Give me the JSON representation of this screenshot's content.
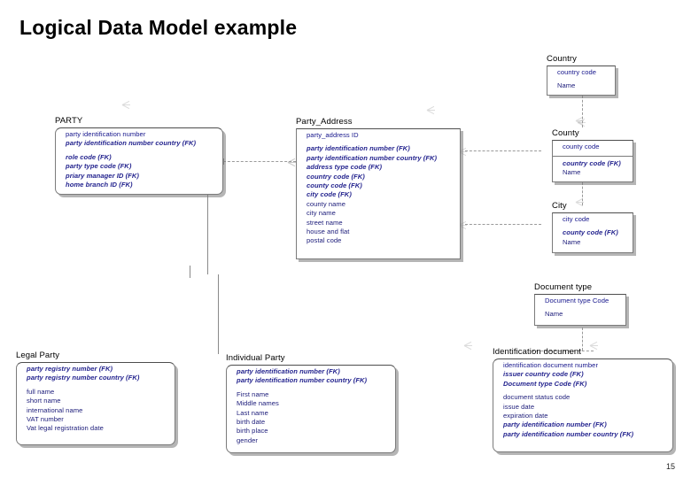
{
  "slide": {
    "title": "Logical Data Model example",
    "page_number": "15",
    "colors": {
      "pk_text": "#16168c",
      "fk_text": "#23238e",
      "box_border": "#7b7b7b",
      "connector": "#8a8a8a",
      "title_text": "#000000",
      "background": "#ffffff"
    }
  },
  "entities": {
    "party": {
      "title": "PARTY",
      "attributes": [
        {
          "text": "party identification number",
          "kind": "pk"
        },
        {
          "text": "party identification number country (FK)",
          "kind": "fk"
        },
        {
          "text": "",
          "kind": "spacer"
        },
        {
          "text": "role code (FK)",
          "kind": "fk"
        },
        {
          "text": "party type code (FK)",
          "kind": "fk"
        },
        {
          "text": "priary manager ID (FK)",
          "kind": "fk"
        },
        {
          "text": "home branch ID (FK)",
          "kind": "fk"
        }
      ]
    },
    "party_address": {
      "title": "Party_Address",
      "attributes": [
        {
          "text": "party_address ID",
          "kind": "pk"
        },
        {
          "text": "",
          "kind": "spacer"
        },
        {
          "text": "party identification number (FK)",
          "kind": "fk"
        },
        {
          "text": "party identification number country (FK)",
          "kind": "fk"
        },
        {
          "text": "address type code (FK)",
          "kind": "fk"
        },
        {
          "text": "country code (FK)",
          "kind": "fk"
        },
        {
          "text": "county code (FK)",
          "kind": "fk"
        },
        {
          "text": "city code (FK)",
          "kind": "fk"
        },
        {
          "text": "county name",
          "kind": "plain"
        },
        {
          "text": "city name",
          "kind": "plain"
        },
        {
          "text": "street name",
          "kind": "plain"
        },
        {
          "text": "house and flat",
          "kind": "plain"
        },
        {
          "text": "postal code",
          "kind": "plain"
        }
      ]
    },
    "country": {
      "title": "Country",
      "attributes": [
        {
          "text": "country code",
          "kind": "pk"
        },
        {
          "text": "",
          "kind": "spacer"
        },
        {
          "text": "Name",
          "kind": "plain"
        }
      ]
    },
    "county": {
      "title": "County",
      "attributes": [
        {
          "text": "county code",
          "kind": "pk"
        },
        {
          "text": "",
          "kind": "divider"
        },
        {
          "text": "country code (FK)",
          "kind": "fk"
        },
        {
          "text": "Name",
          "kind": "plain"
        }
      ]
    },
    "city": {
      "title": "City",
      "attributes": [
        {
          "text": "city code",
          "kind": "pk"
        },
        {
          "text": "",
          "kind": "spacer"
        },
        {
          "text": "county code (FK)",
          "kind": "fk"
        },
        {
          "text": "Name",
          "kind": "plain"
        }
      ]
    },
    "document_type": {
      "title": "Document type",
      "attributes": [
        {
          "text": "Document type Code",
          "kind": "pk"
        },
        {
          "text": "",
          "kind": "spacer"
        },
        {
          "text": "Name",
          "kind": "plain"
        }
      ]
    },
    "legal_party": {
      "title": "Legal Party",
      "attributes": [
        {
          "text": "party registry number (FK)",
          "kind": "fk"
        },
        {
          "text": "party registry number country (FK)",
          "kind": "fk"
        },
        {
          "text": "",
          "kind": "spacer"
        },
        {
          "text": "full name",
          "kind": "plain"
        },
        {
          "text": "short name",
          "kind": "plain"
        },
        {
          "text": "international name",
          "kind": "plain"
        },
        {
          "text": "VAT number",
          "kind": "plain"
        },
        {
          "text": "Vat legal registration date",
          "kind": "plain"
        }
      ]
    },
    "individual_party": {
      "title": "Individual Party",
      "attributes": [
        {
          "text": "party identification number (FK)",
          "kind": "fk"
        },
        {
          "text": "party identification number country (FK)",
          "kind": "fk"
        },
        {
          "text": "",
          "kind": "spacer"
        },
        {
          "text": "First name",
          "kind": "plain"
        },
        {
          "text": "Middle names",
          "kind": "plain"
        },
        {
          "text": "Last name",
          "kind": "plain"
        },
        {
          "text": "birth date",
          "kind": "plain"
        },
        {
          "text": "birth place",
          "kind": "plain"
        },
        {
          "text": "gender",
          "kind": "plain"
        }
      ]
    },
    "identification_document": {
      "title": "Identification document",
      "attributes": [
        {
          "text": "identification document number",
          "kind": "pk"
        },
        {
          "text": "issuer country code (FK)",
          "kind": "fk"
        },
        {
          "text": "Document type Code (FK)",
          "kind": "fk"
        },
        {
          "text": "",
          "kind": "spacer"
        },
        {
          "text": "document status code",
          "kind": "plain"
        },
        {
          "text": "issue date",
          "kind": "plain"
        },
        {
          "text": "expiration date",
          "kind": "plain"
        },
        {
          "text": "party identification number (FK)",
          "kind": "fk"
        },
        {
          "text": "party identification number country (FK)",
          "kind": "fk"
        }
      ]
    }
  }
}
